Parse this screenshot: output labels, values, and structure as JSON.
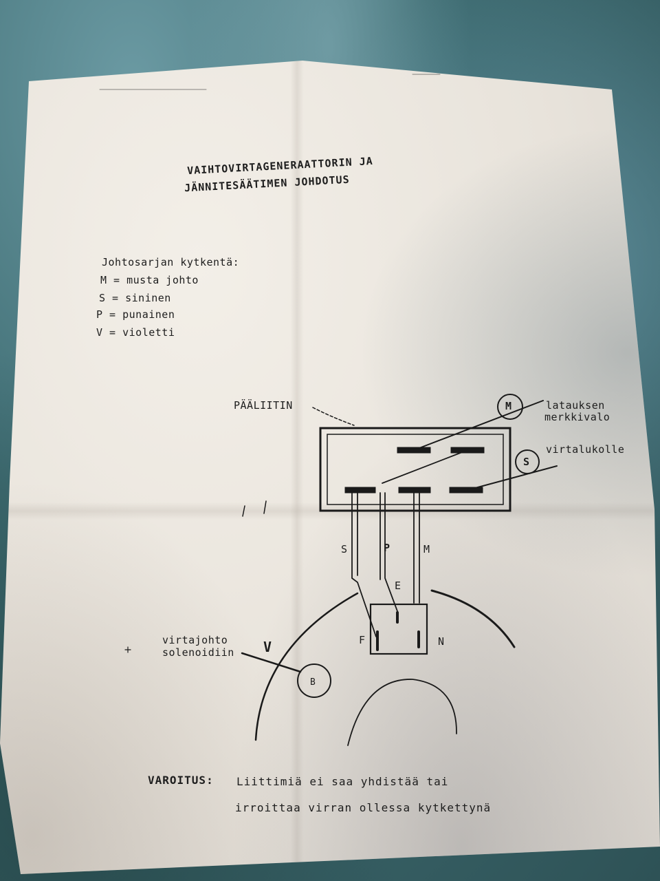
{
  "document": {
    "title_line1": "VAIHTOVIRTAGENERAATTORIN JA",
    "title_line2": "JÄNNITESÄÄTIMEN JOHDOTUS",
    "legend_heading": "Johtosarjan kytkentä:",
    "legend_items": [
      "M = musta johto",
      "S = sininen",
      "P = punainen",
      "V = violetti"
    ],
    "connector_label": "PÄÄLIITIN",
    "callout_m_letter": "M",
    "callout_m_text_line1": "latauksen",
    "callout_m_text_line2": "merkkivalo",
    "callout_s_letter": "S",
    "callout_s_text": "virtalukolle",
    "wire_labels": [
      "S",
      "P",
      "M"
    ],
    "terminal_labels": {
      "e": "E",
      "f": "F",
      "n": "N",
      "b": "B",
      "v": "V"
    },
    "solenoid_line1": "virtajohto",
    "solenoid_line2": "solenoidiin",
    "warning_label": "VAROITUS:",
    "warning_line1": "Liittimiä ei saa yhdistää tai",
    "warning_line2": "irroittaa virran ollessa kytkettynä"
  }
}
